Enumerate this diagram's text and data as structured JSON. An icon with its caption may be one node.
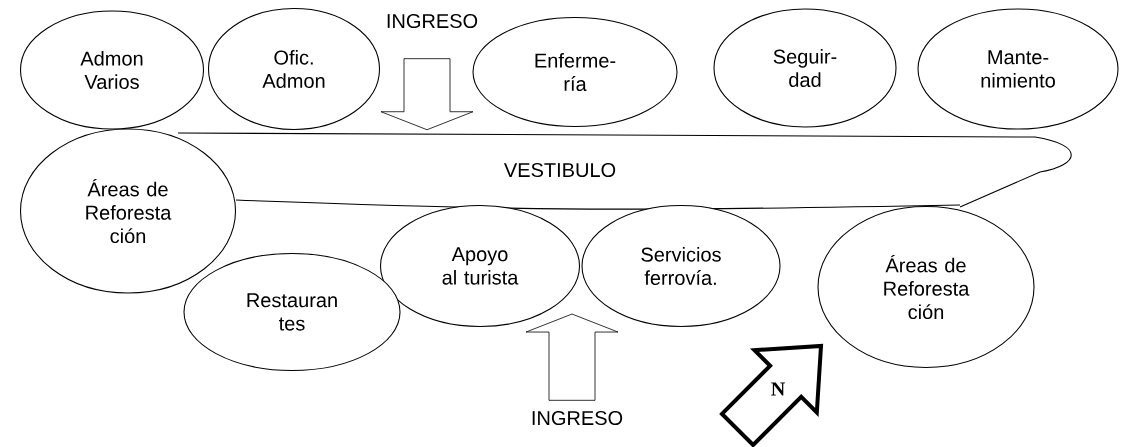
{
  "diagram": {
    "nodes": [
      {
        "text": [
          "Admon Varios"
        ]
      },
      {
        "text": [
          "Ofic. Admon"
        ]
      },
      {
        "text": [
          "INGRESO"
        ]
      },
      {
        "text": [
          "Enferme- ría"
        ]
      },
      {
        "text": [
          "Seguir- dad"
        ]
      },
      {
        "text": [
          "Mante- nimiento"
        ]
      },
      {
        "text": [
          "VESTIBULO"
        ]
      },
      {
        "text": [
          "Áreas de Reforesta ción"
        ]
      },
      {
        "text": [
          "Apoyo al turista"
        ]
      },
      {
        "text": [
          "Servicios ferrovía."
        ]
      },
      {
        "text": [
          "Restauran tes"
        ]
      },
      {
        "text": [
          "Áreas de Reforesta ción"
        ]
      },
      {
        "text": [
          "INGRESO"
        ]
      }
    ],
    "edges": [
      {
        "from": 2,
        "to": 6,
        "arrow": "to"
      },
      {
        "from": 12,
        "to": 8,
        "arrow": "to"
      }
    ],
    "labels": [
      "N"
    ]
  }
}
